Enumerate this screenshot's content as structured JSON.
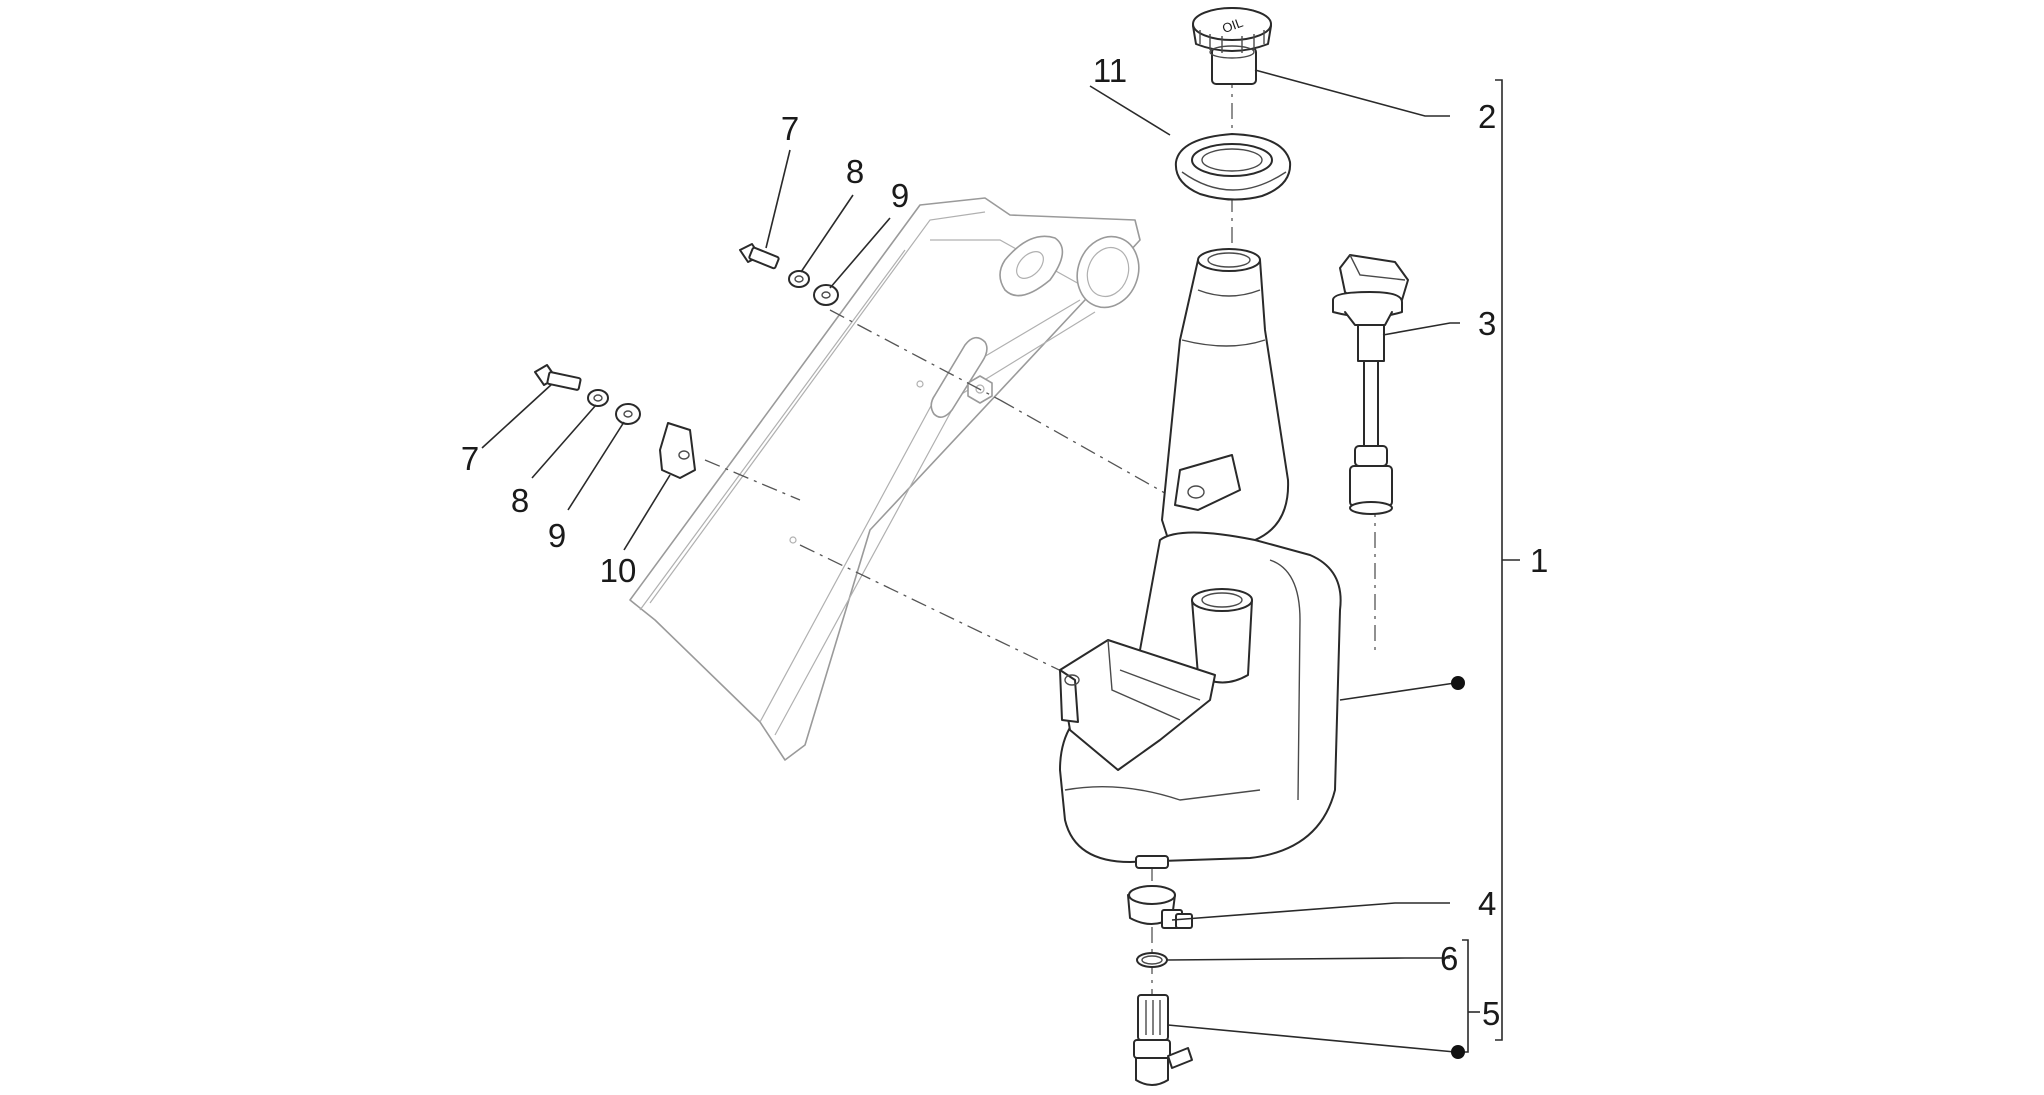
{
  "diagram": {
    "callouts": [
      {
        "id": "1",
        "label": "1"
      },
      {
        "id": "2",
        "label": "2"
      },
      {
        "id": "3",
        "label": "3"
      },
      {
        "id": "4",
        "label": "4"
      },
      {
        "id": "5",
        "label": "5"
      },
      {
        "id": "6",
        "label": "6"
      },
      {
        "id": "7a",
        "label": "7"
      },
      {
        "id": "7b",
        "label": "7"
      },
      {
        "id": "8a",
        "label": "8"
      },
      {
        "id": "8b",
        "label": "8"
      },
      {
        "id": "9a",
        "label": "9"
      },
      {
        "id": "9b",
        "label": "9"
      },
      {
        "id": "10",
        "label": "10"
      },
      {
        "id": "11",
        "label": "11"
      }
    ],
    "cap_marking": "OIL"
  }
}
